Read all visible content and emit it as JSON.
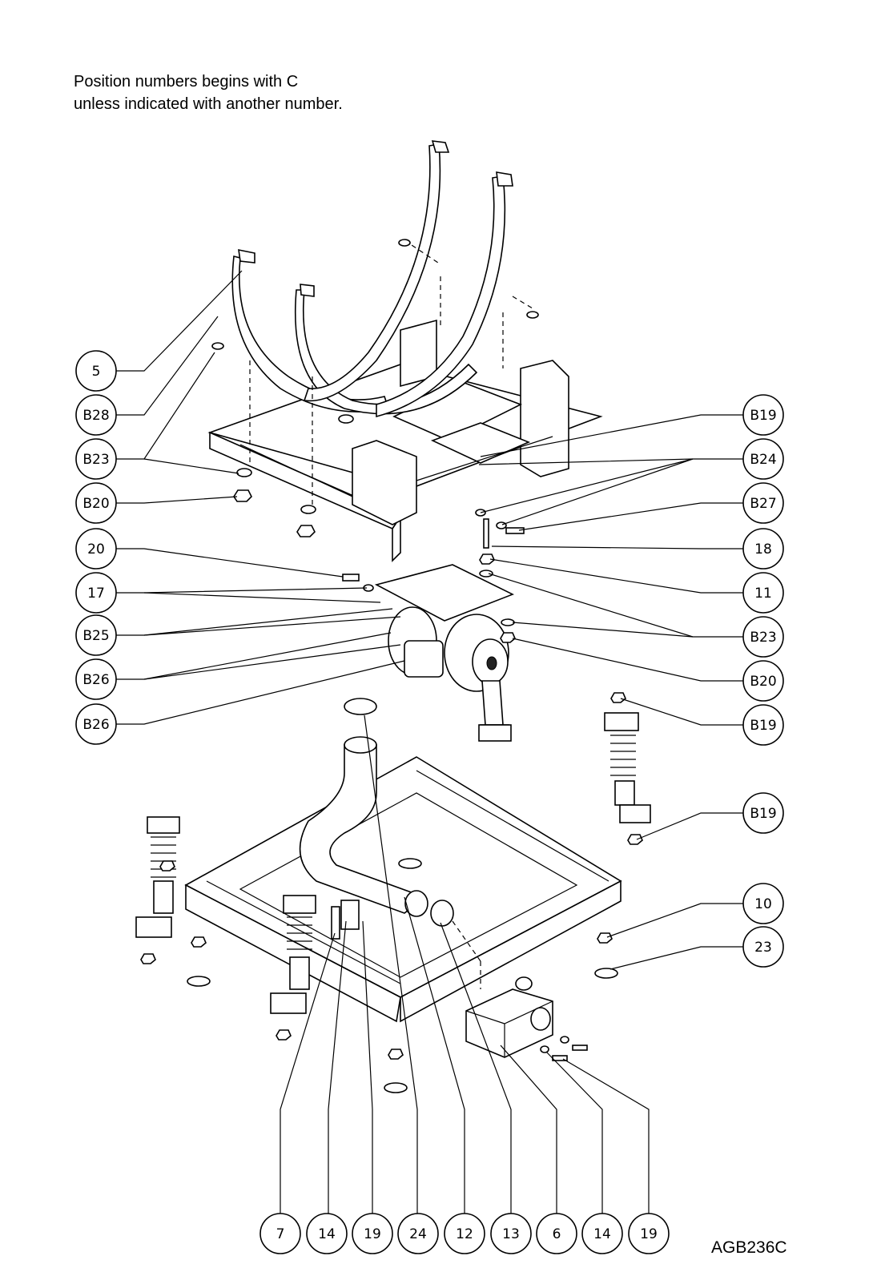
{
  "note": {
    "line1": "Position numbers begins with C",
    "line2": "unless indicated with another number."
  },
  "drawing_code": "AGB236C",
  "callouts_left": [
    "5",
    "B28",
    "B23",
    "B20",
    "20",
    "17",
    "B25",
    "B26",
    "B26"
  ],
  "callouts_right": [
    "B19",
    "B24",
    "B27",
    "18",
    "11",
    "B23",
    "B20",
    "B19",
    "B19",
    "10",
    "23"
  ],
  "callouts_bottom": [
    "7",
    "14",
    "19",
    "24",
    "12",
    "13",
    "6",
    "14",
    "19"
  ]
}
